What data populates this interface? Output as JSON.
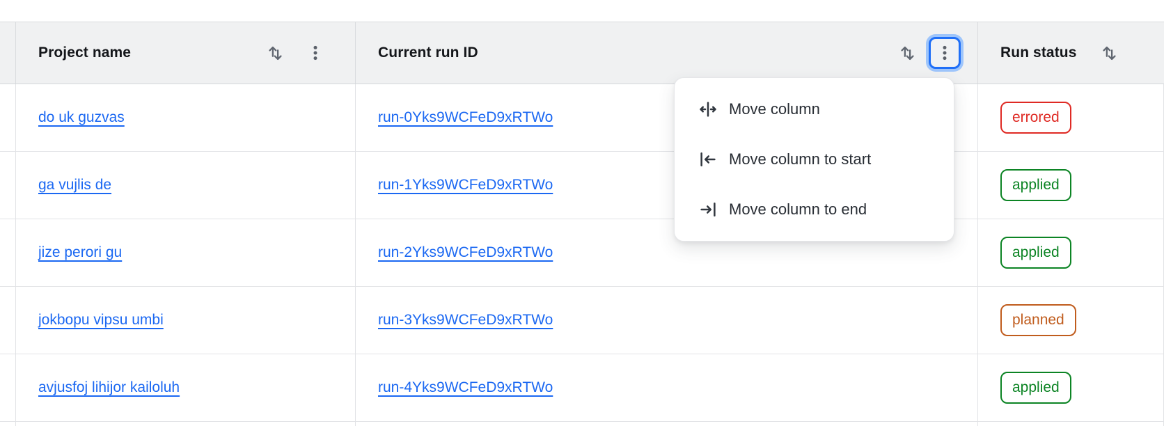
{
  "table": {
    "columns": [
      {
        "id": "project",
        "label": "Project name"
      },
      {
        "id": "run",
        "label": "Current run ID"
      },
      {
        "id": "status",
        "label": "Run status"
      }
    ],
    "rows": [
      {
        "project": "do uk guzvas",
        "run_id": "run-0Yks9WCFeD9xRTWo",
        "status": "errored"
      },
      {
        "project": "ga vujlis de",
        "run_id": "run-1Yks9WCFeD9xRTWo",
        "status": "applied"
      },
      {
        "project": "jize perori gu",
        "run_id": "run-2Yks9WCFeD9xRTWo",
        "status": "applied"
      },
      {
        "project": "jokbopu vipsu umbi",
        "run_id": "run-3Yks9WCFeD9xRTWo",
        "status": "planned"
      },
      {
        "project": "avjusfoj lihijor kailoluh",
        "run_id": "run-4Yks9WCFeD9xRTWo",
        "status": "applied"
      }
    ]
  },
  "column_menu": {
    "items": [
      {
        "icon": "move-column-icon",
        "label": "Move column"
      },
      {
        "icon": "move-column-to-start-icon",
        "label": "Move column to start"
      },
      {
        "icon": "move-column-to-end-icon",
        "label": "Move column to end"
      }
    ]
  },
  "status_colors": {
    "errored": "#df2a24",
    "applied": "#0c8424",
    "planned": "#c05c1d"
  },
  "colors": {
    "link": "#1b68f2",
    "focus_ring": "#1f6ff7",
    "focus_halo": "#9ec5fb",
    "header_bg": "#f0f1f2",
    "icon_gray": "#606670"
  }
}
